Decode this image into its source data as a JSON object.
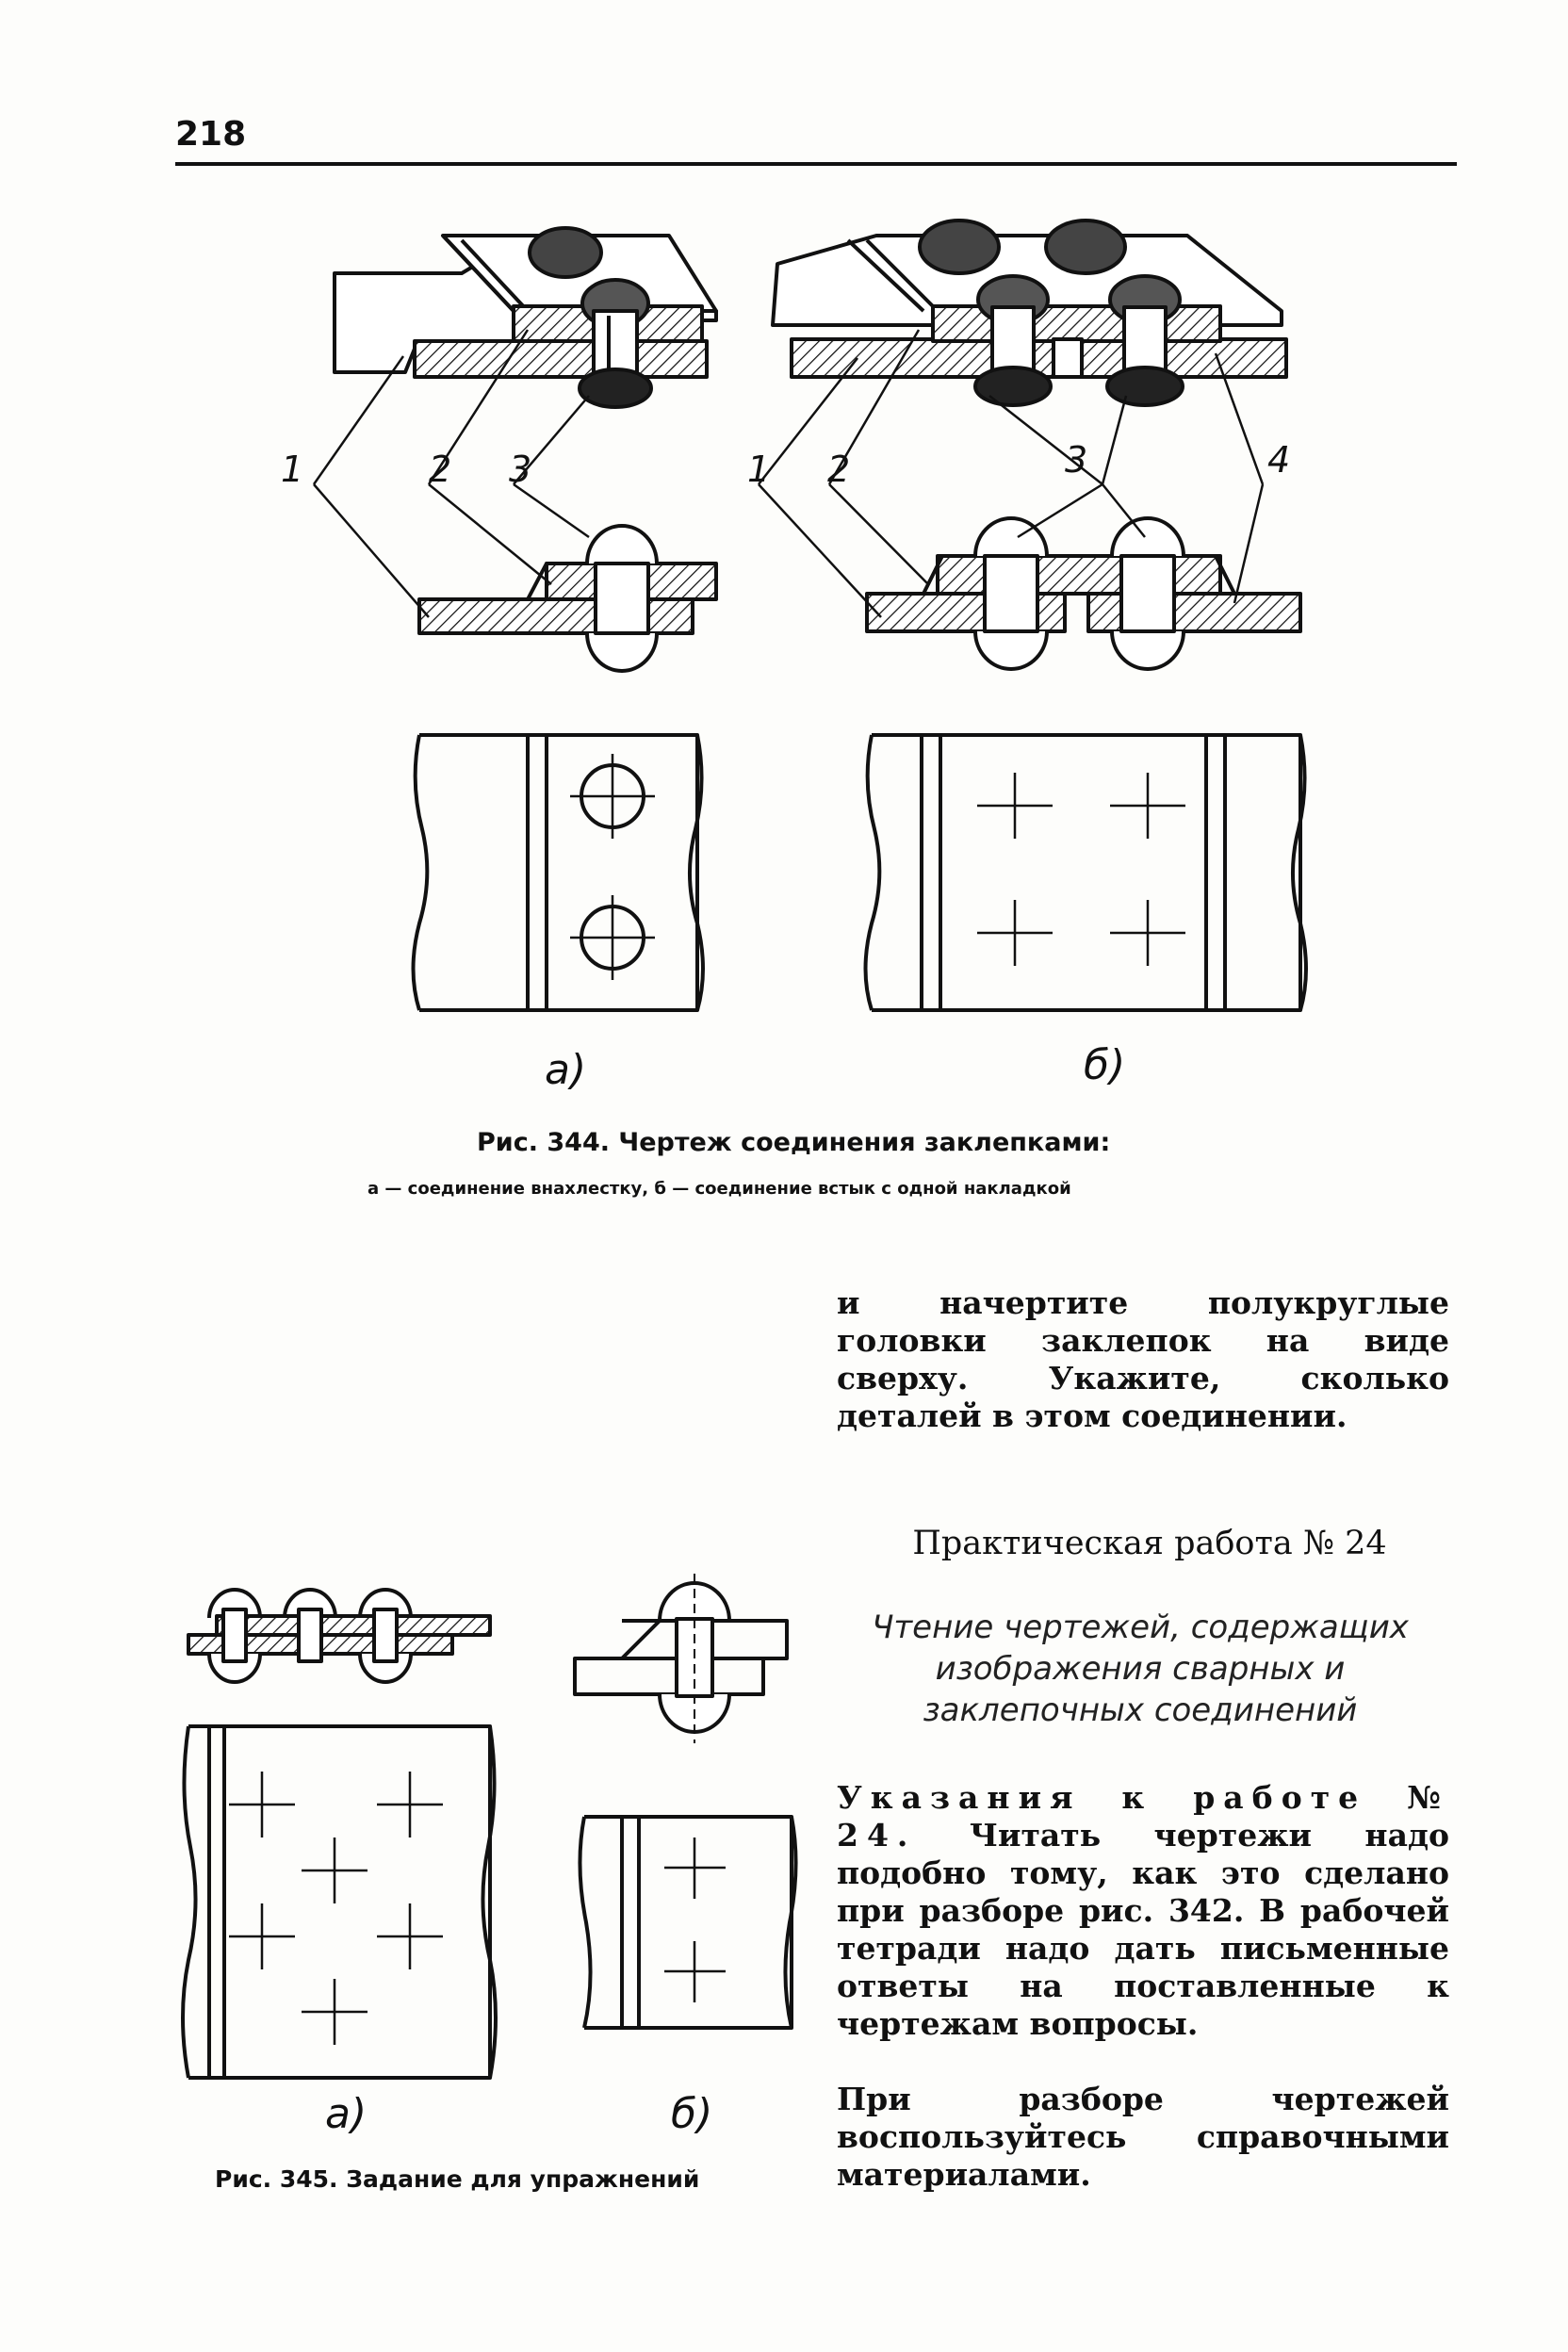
{
  "page_number": "218",
  "figure344": {
    "caption": "Рис. 344. Чертеж соединения заклепками:",
    "subcaption": "а — соединение внахлестку, б — соединение встык с одной накладкой",
    "label_a": "а)",
    "label_b": "б)",
    "callouts": [
      "1",
      "2",
      "3",
      "1",
      "2",
      "3",
      "4"
    ]
  },
  "intro_text": "и начертите полукруглые головки заклепок на виде сверху. Укажите, сколько деталей в этом соединении.",
  "practical": {
    "title": "Практическая работа № 24",
    "subtitle": "Чтение чертежей, содержащих изображения сварных и заклепочных соединений"
  },
  "instructions": {
    "heading": "Указания к работе № 24.",
    "text": "Читать чертежи надо подобно тому, как это сделано при разборе рис. 342. В рабочей тетради надо дать письменные ответы на поставленные к чертежам вопросы.",
    "text2": "При разборе чертежей воспользуйтесь справочными материалами."
  },
  "figure345": {
    "caption": "Рис. 345. Задание для упражнений",
    "label_a": "а)",
    "label_b": "б)"
  }
}
